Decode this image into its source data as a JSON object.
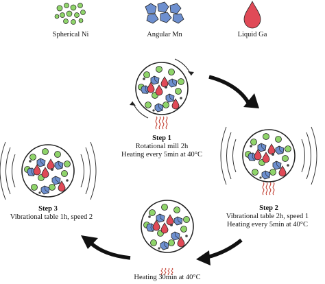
{
  "legend": {
    "items": [
      {
        "label": "Spherical Ni",
        "icon": "green-sphere-cluster-icon"
      },
      {
        "label": "Angular Mn",
        "icon": "blue-crystal-cluster-icon"
      },
      {
        "label": "Liquid Ga",
        "icon": "red-droplet-icon"
      }
    ]
  },
  "steps": [
    {
      "title": "Step 1",
      "lines": [
        "Rotational mill 2h",
        "Heating every 5min at 40°C"
      ]
    },
    {
      "title": "Step 2",
      "lines": [
        "Vibrational table 2h, speed 1",
        "Heating every 5min at 40°C"
      ]
    },
    {
      "title": "Step 3",
      "lines": [
        "Vibrational table 1h, speed 2"
      ]
    },
    {
      "title": "",
      "lines": [
        "Heating 30min at 40°C"
      ]
    }
  ],
  "colors": {
    "nickel": "#8fd46a",
    "manganese": "#6d8fcf",
    "gallium": "#e04a57",
    "outline": "#222222"
  }
}
